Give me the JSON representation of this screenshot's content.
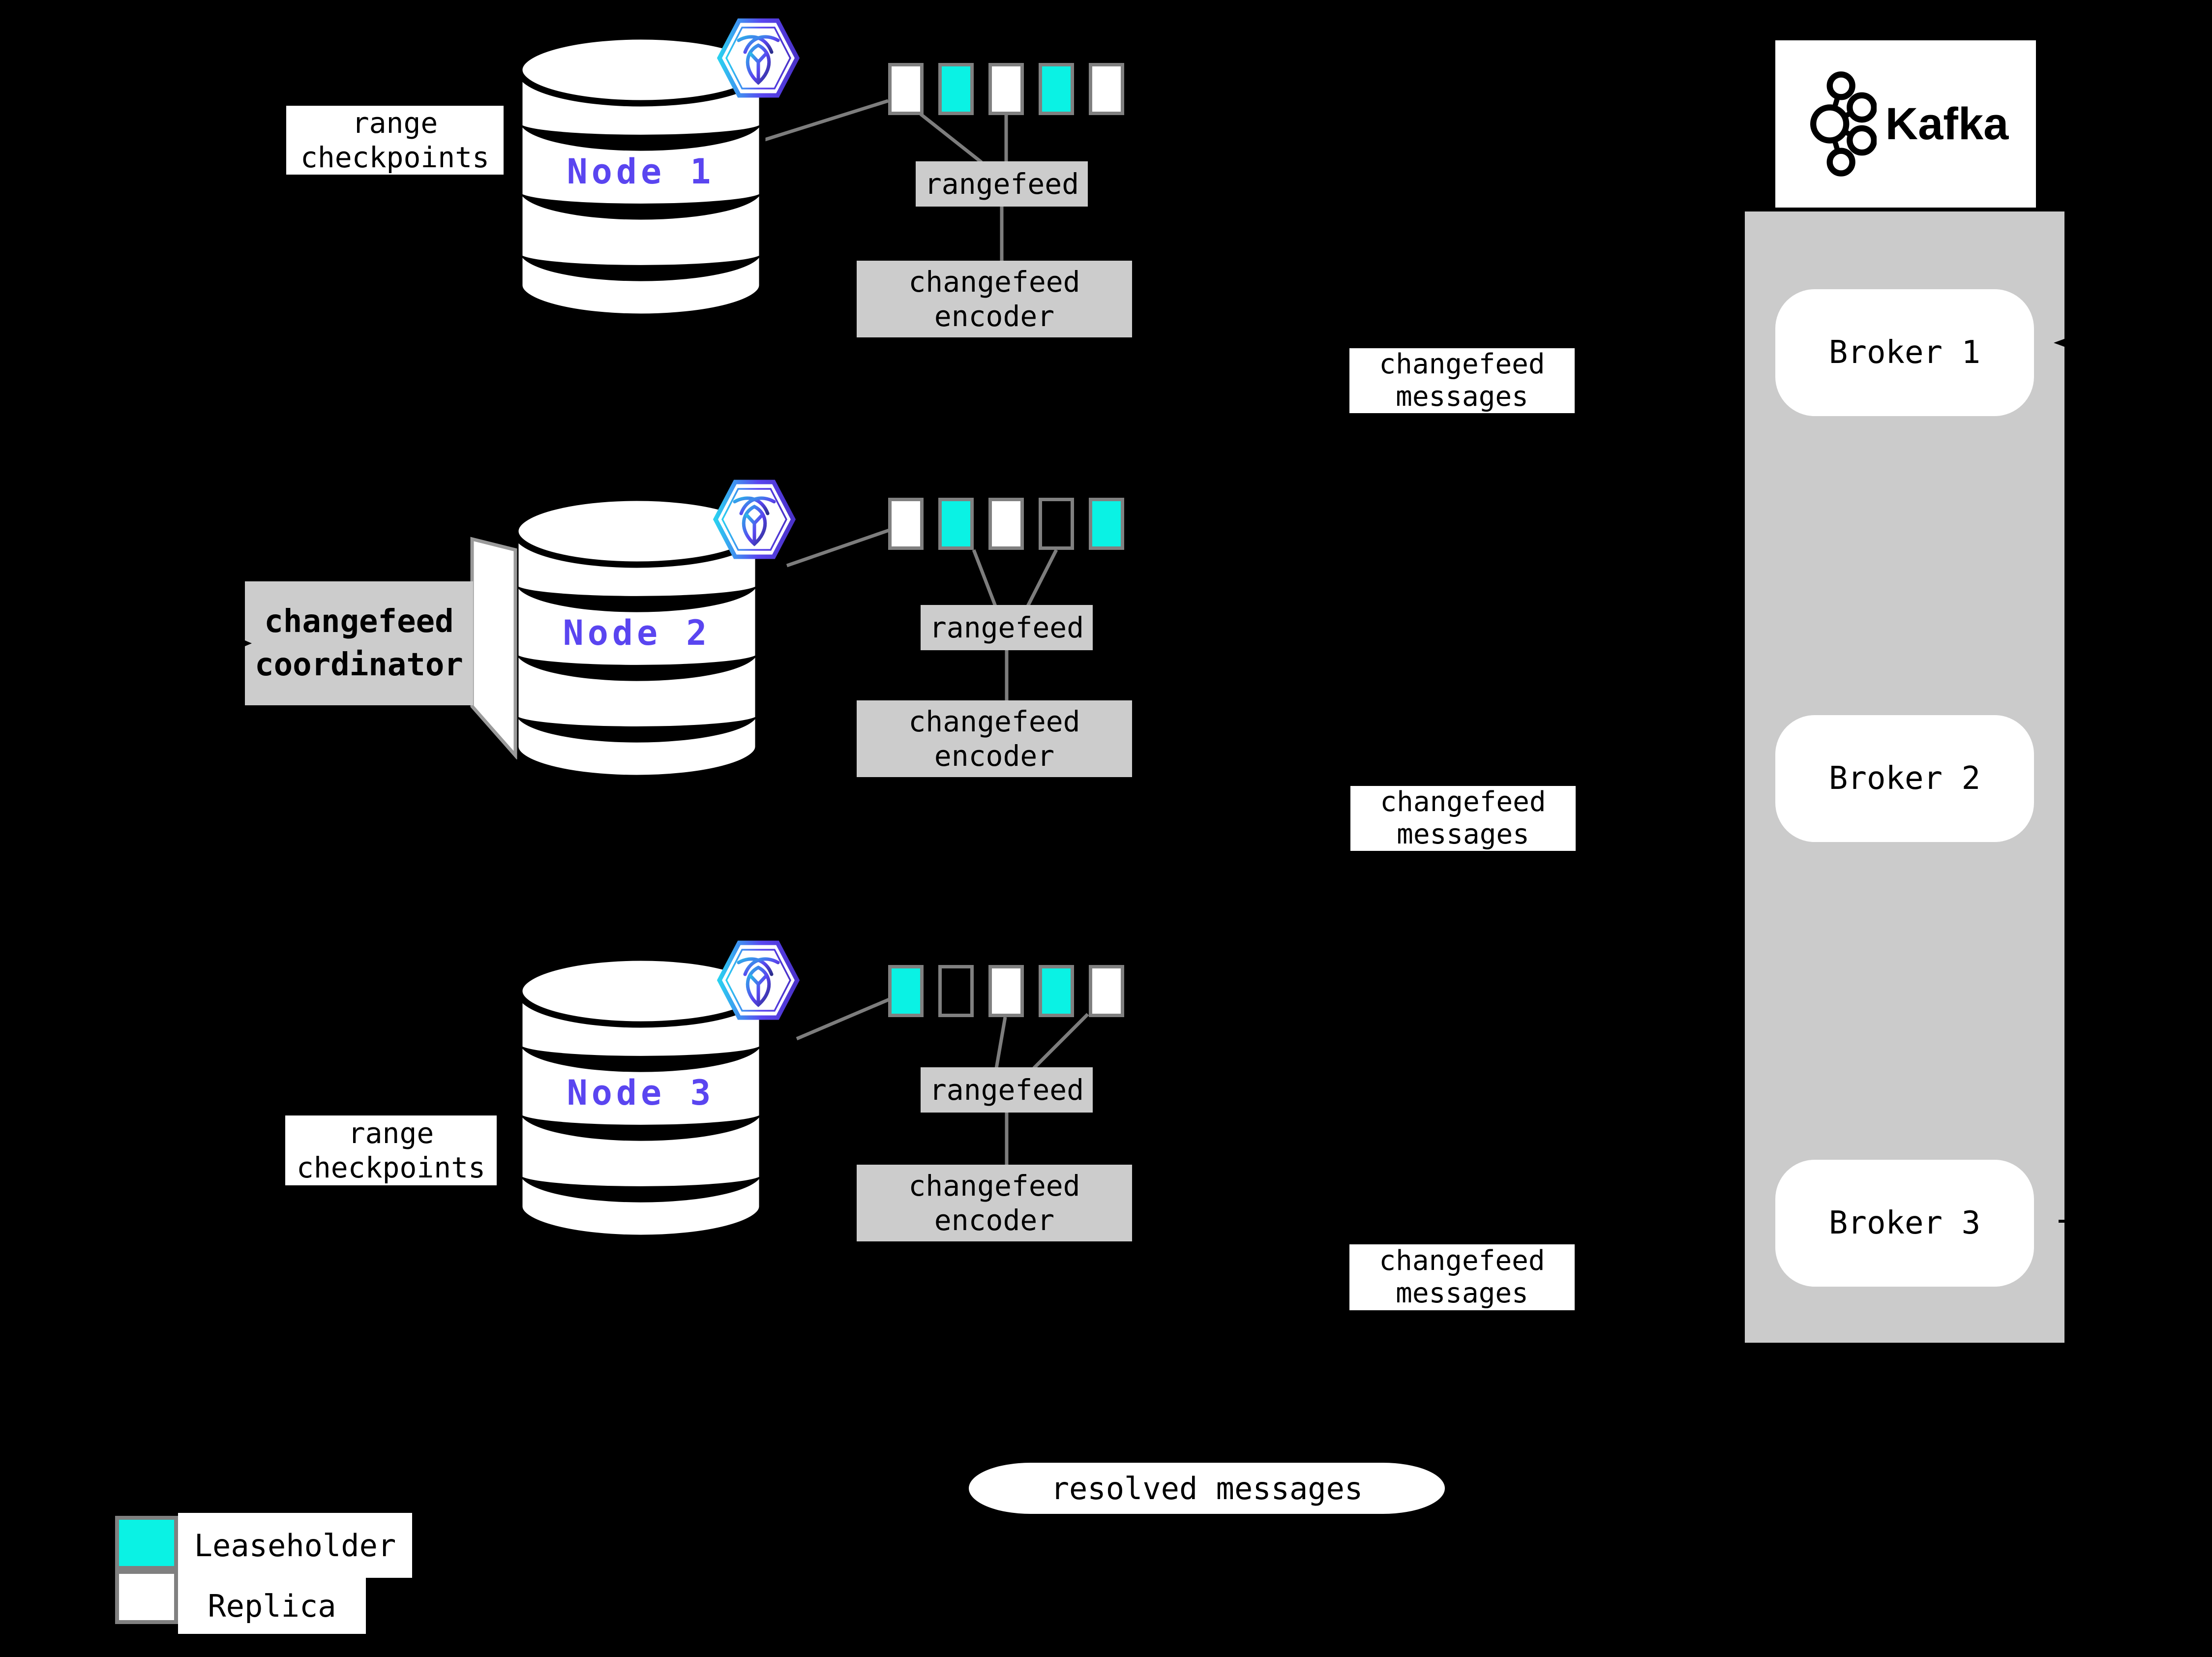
{
  "title": "CockroachDB changefeed to Kafka architecture diagram",
  "colors": {
    "background": "#000000",
    "leaseholder": "#0af2e4",
    "replica": "#ffffff",
    "kafka_panel": "#cbcbcb",
    "gray_box": "#cccccc",
    "connector_line": "#7d7d7d",
    "node_label": "#5a45f0",
    "range_border": "#808080"
  },
  "nodes": [
    {
      "label": "Node 1",
      "ranges": [
        "replica",
        "leaseholder",
        "replica",
        "leaseholder",
        "replica"
      ],
      "rangefeed_label": "rangefeed",
      "encoder_label": "changefeed encoder"
    },
    {
      "label": "Node 2",
      "ranges": [
        "replica",
        "leaseholder",
        "replica",
        "empty",
        "leaseholder"
      ],
      "rangefeed_label": "rangefeed",
      "encoder_label": "changefeed encoder"
    },
    {
      "label": "Node 3",
      "ranges": [
        "leaseholder",
        "empty",
        "replica",
        "leaseholder",
        "replica"
      ],
      "rangefeed_label": "rangefeed",
      "encoder_label": "changefeed encoder"
    }
  ],
  "labels": {
    "range_checkpoints": "range checkpoints",
    "coordinator": "changefeed coordinator",
    "changefeed_messages": "changefeed messages",
    "resolved_messages": "resolved messages"
  },
  "kafka": {
    "title": "Kafka",
    "brokers": [
      "Broker 1",
      "Broker 2",
      "Broker 3"
    ]
  },
  "legend": [
    {
      "swatch": "leaseholder",
      "label": "Leaseholder"
    },
    {
      "swatch": "replica",
      "label": "Replica"
    }
  ],
  "icons": {
    "cockroachdb": "cockroachdb-logo-icon",
    "kafka": "kafka-logo-icon"
  }
}
